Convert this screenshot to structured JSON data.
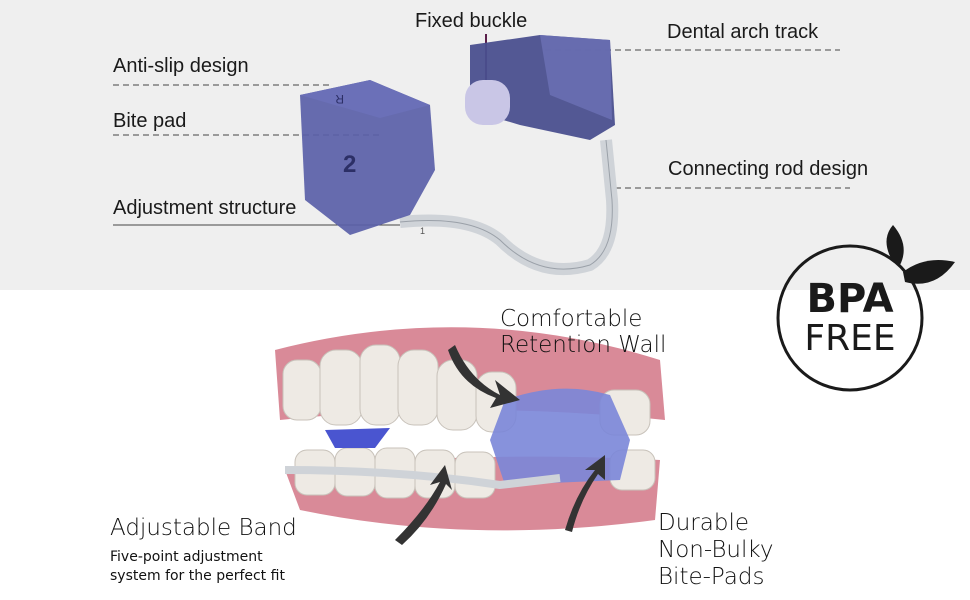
{
  "diagram_labels": {
    "fixed_buckle": "Fixed buckle",
    "dental_arch_track": "Dental arch track",
    "anti_slip_design": "Anti-slip design",
    "bite_pad": "Bite pad",
    "connecting_rod_design": "Connecting rod design",
    "adjustment_structure": "Adjustment structure"
  },
  "device_markings": {
    "left_pad_letter": "R",
    "left_pad_number": "2",
    "band_number": "1"
  },
  "badge": {
    "line1": "BPA",
    "line2": "FREE",
    "icon": "leaf-icon"
  },
  "features": {
    "retention_wall": [
      "Comfortable",
      "Retention Wall"
    ],
    "band_title": "Adjustable Band",
    "band_desc": [
      "Five-point adjustment",
      "system for the perfect fit"
    ],
    "bite_pads": [
      "Durable",
      "Non-Bulky",
      "Bite-Pads"
    ]
  },
  "colors": {
    "top_bg": "#efefef",
    "pad_blue": "#5a5fa8",
    "gum_pink": "#d98a98"
  }
}
